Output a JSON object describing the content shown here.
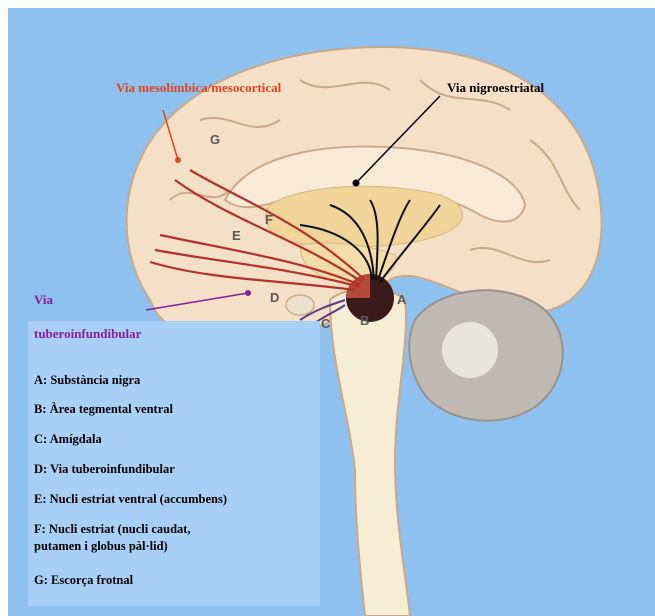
{
  "pathways": {
    "mesolimbic": {
      "label": "Via mesolímbica/mesocortical",
      "color": "#e0451f"
    },
    "nigrostriatal": {
      "label": "Via nigroestriatal",
      "color": "#000000"
    },
    "tuberoinfundibular": {
      "label_line1": "Via",
      "label_line2": "tuberoinfundibular",
      "color": "#8a1f9a"
    }
  },
  "markers": [
    "A",
    "B",
    "C",
    "D",
    "E",
    "F",
    "G"
  ],
  "legend": [
    "A: Substància nigra",
    "B: Àrea tegmental ventral",
    "C: Amígdala",
    "D: Via tuberoinfundibular",
    "E: Nucli estriat ventral (accumbens)",
    "F: Nucli estriat (nucli caudat,",
    "putamen i globus pàl·lid)",
    "G: Escorça frotnal"
  ],
  "colors": {
    "background": "#8ec1ef",
    "legend_bg": "#a8d0f6",
    "brain": "#f4dfc7",
    "stem": "#f7ecd4"
  }
}
